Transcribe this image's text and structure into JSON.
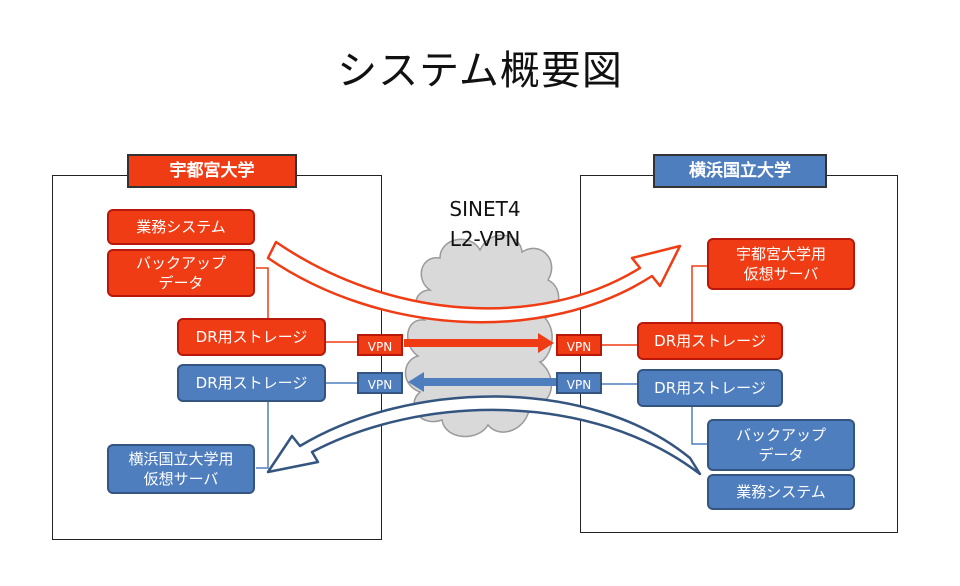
{
  "title": "システム概要図",
  "network": {
    "line1": "SINET4",
    "line2": "L2-VPN"
  },
  "left": {
    "university": "宇都宮大学",
    "business_system": "業務システム",
    "backup_data": "バックアップ\nデータ",
    "dr_storage_red": "DR用ストレージ",
    "dr_storage_blue": "DR用ストレージ",
    "virtual_server": "横浜国立大学用\n仮想サーバ",
    "vpn_red": "VPN",
    "vpn_blue": "VPN"
  },
  "right": {
    "university": "横浜国立大学",
    "virtual_server": "宇都宮大学用\n仮想サーバ",
    "dr_storage_red": "DR用ストレージ",
    "dr_storage_blue": "DR用ストレージ",
    "backup_data": "バックアップ\nデータ",
    "business_system": "業務システム",
    "vpn_red": "VPN",
    "vpn_blue": "VPN"
  },
  "colors": {
    "red": "#f03c14",
    "blue": "#4f7ebf",
    "cloud": "#d9d9d9"
  }
}
